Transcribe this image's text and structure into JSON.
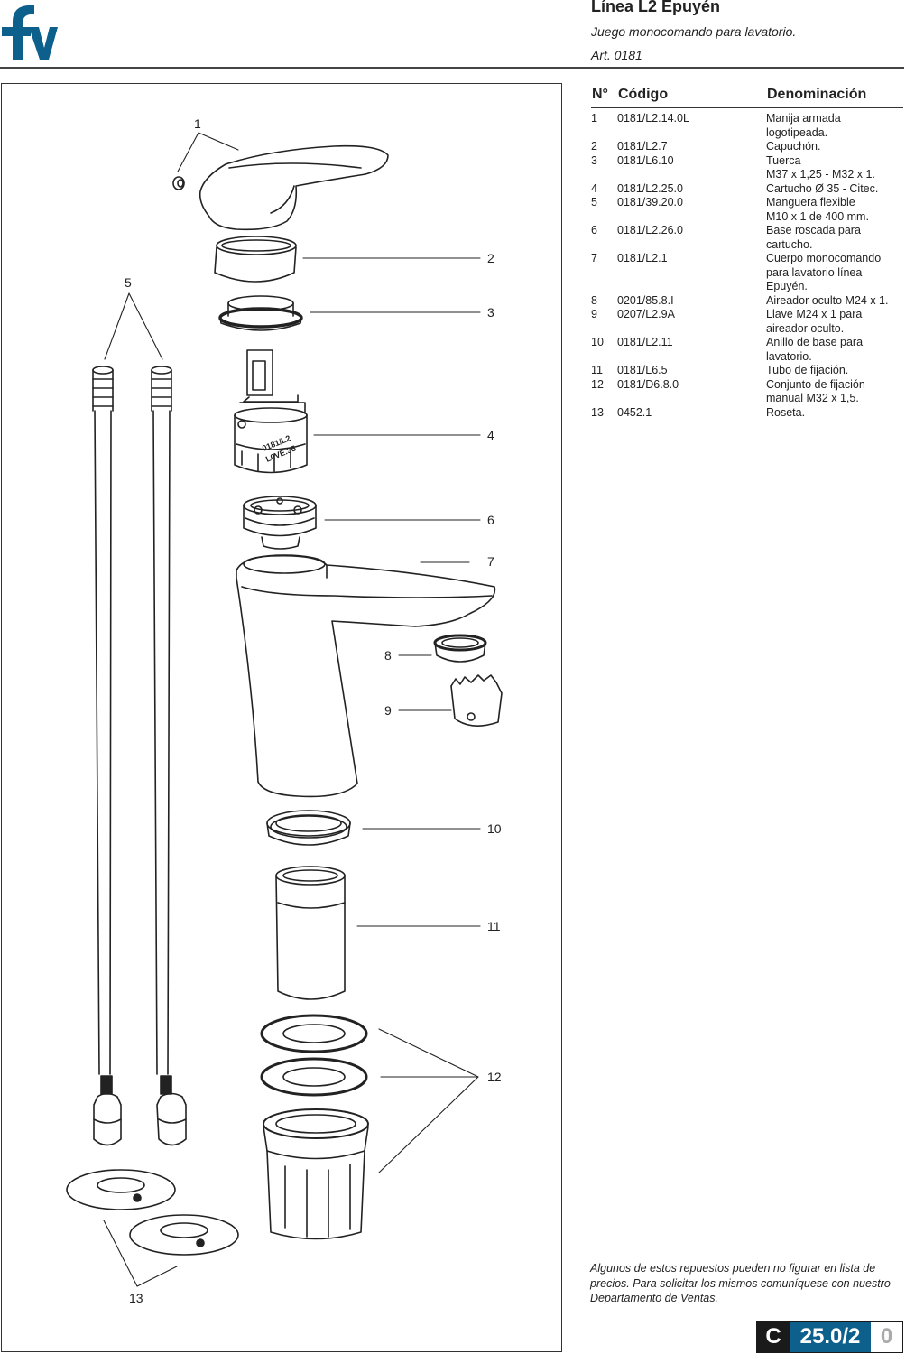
{
  "header": {
    "title": "Línea L2 Epuyén",
    "subtitle": "Juego monocomando para lavatorio.",
    "article": "Art. 0181"
  },
  "colors": {
    "brand": "#0d5f8c",
    "dark": "#1a1a1a"
  },
  "table": {
    "headers": {
      "number": "N°",
      "code": "Código",
      "name": "Denominación"
    },
    "rows": [
      {
        "n": "1",
        "code": "0181/L2.14.0L",
        "lines": [
          "Manija armada",
          "logotipeada."
        ]
      },
      {
        "n": "2",
        "code": "0181/L2.7",
        "lines": [
          "Capuchón."
        ]
      },
      {
        "n": "3",
        "code": "0181/L6.10",
        "lines": [
          "Tuerca",
          "M37 x 1,25 - M32 x 1."
        ]
      },
      {
        "n": "4",
        "code": "0181/L2.25.0",
        "lines": [
          "Cartucho Ø 35 - Citec."
        ]
      },
      {
        "n": "5",
        "code": "0181/39.20.0",
        "lines": [
          "Manguera flexible",
          "M10 x 1 de 400 mm."
        ]
      },
      {
        "n": "6",
        "code": "0181/L2.26.0",
        "lines": [
          "Base roscada para",
          "cartucho."
        ]
      },
      {
        "n": "7",
        "code": "0181/L2.1",
        "lines": [
          "Cuerpo monocomando",
          "para lavatorio línea",
          "Epuyén."
        ]
      },
      {
        "n": "8",
        "code": "0201/85.8.I",
        "lines": [
          "Aireador oculto M24 x 1."
        ]
      },
      {
        "n": "9",
        "code": "0207/L2.9A",
        "lines": [
          "Llave M24 x 1 para",
          "aireador oculto."
        ]
      },
      {
        "n": "10",
        "code": "0181/L2.11",
        "lines": [
          "Anillo de base para",
          "lavatorio."
        ]
      },
      {
        "n": "11",
        "code": "0181/L6.5",
        "lines": [
          "Tubo de fijación."
        ]
      },
      {
        "n": "12",
        "code": "0181/D6.8.0",
        "lines": [
          "Conjunto de fijación",
          "manual M32 x 1,5."
        ]
      },
      {
        "n": "13",
        "code": "0452.1",
        "lines": [
          "Roseta."
        ]
      }
    ]
  },
  "diagram": {
    "callouts": [
      "1",
      "2",
      "3",
      "4",
      "5",
      "6",
      "7",
      "8",
      "9",
      "10",
      "11",
      "12",
      "13"
    ],
    "cartridge_marking": [
      "0181/L2",
      "L0VE.35"
    ]
  },
  "footer": {
    "note": "Algunos de estos repuestos pueden no figurar en lista de precios. Para solicitar los mismos comuníquese con nuestro Departamento de Ventas.",
    "code_letter": "C",
    "code_number": "25.0/2",
    "revision": "0"
  }
}
